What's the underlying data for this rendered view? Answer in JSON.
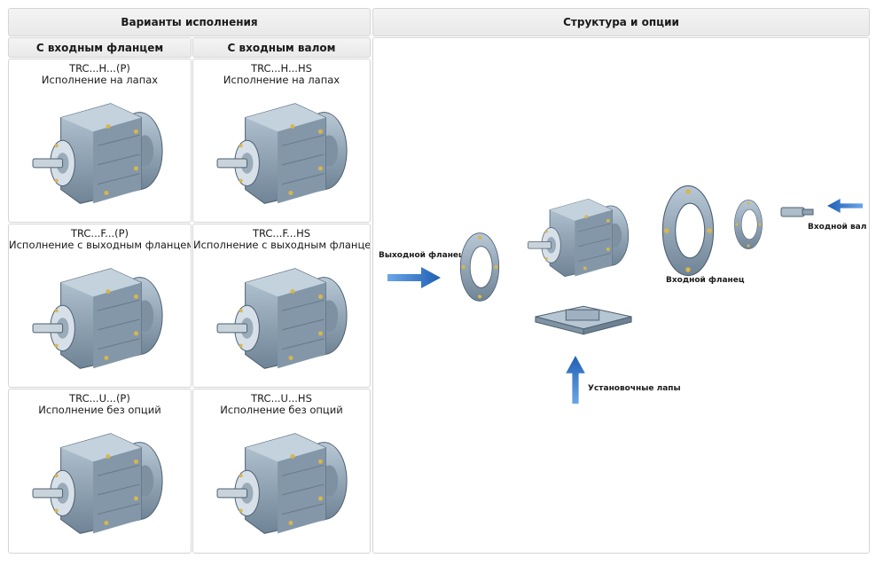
{
  "variants": {
    "header": "Варианты исполнения",
    "col_flange": "С входным фланцем",
    "col_shaft": "С входным валом",
    "rows": [
      {
        "flange": {
          "code": "TRC...H...(P)",
          "desc": "Исполнение на лапах"
        },
        "shaft": {
          "code": "TRC...H...HS",
          "desc": "Исполнение на лапах"
        }
      },
      {
        "flange": {
          "code": "TRC...F...(P)",
          "desc": "Исполнение с выходным фланцем"
        },
        "shaft": {
          "code": "TRC...F...HS",
          "desc": "Исполнение с выходным фланцем"
        }
      },
      {
        "flange": {
          "code": "TRC...U...(P)",
          "desc": "Исполнение без опций"
        },
        "shaft": {
          "code": "TRC...U...HS",
          "desc": "Исполнение без опций"
        }
      }
    ]
  },
  "structure": {
    "header": "Структура и опции",
    "labels": {
      "output_flange": "Выходной фланец",
      "input_flange": "Входной фланец",
      "input_shaft": "Входной вал",
      "mount_feet": "Установочные лапы"
    }
  },
  "icons": {
    "gearbox": "gearbox-icon",
    "arrow": "arrow-icon",
    "flange": "flange-icon",
    "shaft": "shaft-icon",
    "feet": "mounting-feet-icon"
  },
  "colors": {
    "metal": "#8fa4b6",
    "metal_dark": "#5f7385",
    "arrow_blue": "#2f74c8",
    "border": "#d5d5d5"
  }
}
